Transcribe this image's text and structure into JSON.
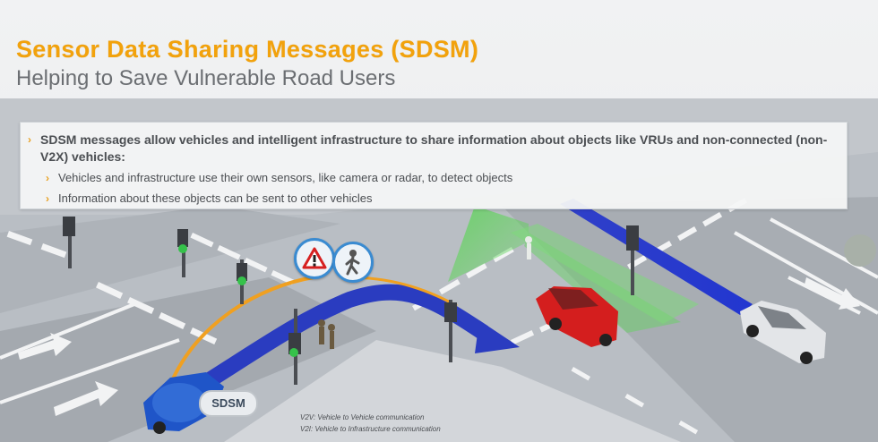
{
  "slide": {
    "title": "Sensor Data Sharing Messages (SDSM)",
    "subtitle": "Helping to Save Vulnerable Road Users",
    "bullets": {
      "main": "SDSM messages allow vehicles and intelligent infrastructure to share information about objects like VRUs and non-connected (non-V2X) vehicles:",
      "sub": [
        "Vehicles and infrastructure use their own sensors, like camera or radar, to detect objects",
        "Information about these objects can be sent to other vehicles"
      ]
    },
    "sdsm_label": "SDSM",
    "legend": [
      "V2V: Vehicle to Vehicle communication",
      "V2I: Vehicle to Infrastructure communication"
    ],
    "colors": {
      "title": "#f2a20c",
      "subtitle": "#6b6e72",
      "bullet_chevron": "#e8a020",
      "path_arrow": "#2a3cc0",
      "sensor_cone": "#4fc84a",
      "hazard_ring": "#3a8bd1"
    },
    "icons": [
      "warning-triangle-icon",
      "pedestrian-icon",
      "chevron-right-icon"
    ]
  }
}
